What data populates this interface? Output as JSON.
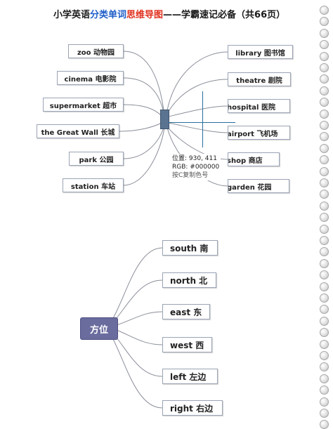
{
  "title": {
    "part1": "小学英语",
    "part2": "分类单词",
    "part3": "思维导图",
    "part4": "——学霸速记必备（共66页）"
  },
  "diagram1": {
    "left_nodes": [
      "zoo   动物园",
      "cinema  电影院",
      "supermarket  超市",
      "the Great Wall  长城",
      "park    公园",
      "station  车站"
    ],
    "right_nodes": [
      "library   图书馆",
      "theatre   剧院",
      "hospital  医院",
      "airport 飞机场",
      "shop   商店",
      "garden   花园"
    ]
  },
  "tooltip": {
    "line1": "位置: 930, 411",
    "line2": "RGB: #000000",
    "line3": "按C复制色号"
  },
  "diagram2": {
    "hub": "方位",
    "nodes": [
      "south  南",
      "north  北",
      "east  东",
      "west  西",
      "left   左边",
      "right  右边"
    ]
  },
  "colors": {
    "title_blue": "#1f5ec8",
    "title_red": "#e0301e",
    "hub1": "#5a7391",
    "hub2": "#6a6c9e",
    "crosshair": "#2a6f9e"
  }
}
